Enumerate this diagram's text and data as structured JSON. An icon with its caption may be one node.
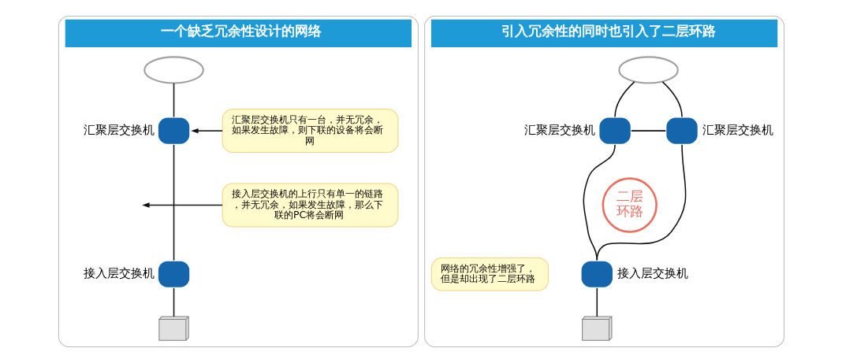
{
  "diagram": {
    "nodes": [
      {
        "text": [
          "一个缺乏冗余性设计的网络"
        ]
      },
      {
        "text": [],
        "shape": "cloud",
        "in": 0
      },
      {
        "text": [],
        "shape": "box",
        "beside": [
          "汇聚层交换机"
        ],
        "in": 0
      },
      {
        "text": [
          "汇聚层交换机只有一台，并无冗余，如果发生故障，则下联的设备将会断网"
        ],
        "in": 0
      },
      {
        "text": [],
        "shape": "box",
        "beside": [
          "接入层交换机"
        ],
        "in": 0
      },
      {
        "text": [
          "接入层交换机的上行只有单一的链路，并无冗余，如果发生故障，那么下联的PC将会断网"
        ],
        "in": 0
      },
      {
        "text": [],
        "shape": "computer",
        "in": 0
      },
      {
        "text": [
          "引入冗余性的同时也引入了二层环路"
        ]
      },
      {
        "text": [],
        "shape": "cloud",
        "in": 7
      },
      {
        "text": [],
        "shape": "box",
        "beside": [
          "汇聚层交换机"
        ],
        "in": 7
      },
      {
        "text": [],
        "shape": "box",
        "beside": [
          "汇聚层交换机"
        ],
        "in": 7
      },
      {
        "text": [
          "二层环路"
        ],
        "in": 7
      },
      {
        "text": [],
        "shape": "box",
        "beside": [
          "接入层交换机"
        ],
        "in": 7
      },
      {
        "text": [
          "网络的冗余性增强了，但是却出现了二层环路"
        ],
        "in": 7
      },
      {
        "text": [],
        "shape": "computer",
        "in": 7
      }
    ],
    "edges": [
      {
        "from": 1,
        "to": 2,
        "arrow": "none"
      },
      {
        "from": 2,
        "to": 4,
        "arrow": "none"
      },
      {
        "from": 4,
        "to": 6,
        "arrow": "none"
      },
      {
        "from": 3,
        "to": 2,
        "arrow": "to"
      },
      {
        "from": 5,
        "to": null,
        "arrow": "to"
      },
      {
        "from": 8,
        "to": 9,
        "arrow": "none"
      },
      {
        "from": 8,
        "to": 10,
        "arrow": "none"
      },
      {
        "from": 9,
        "to": 10,
        "arrow": "none"
      },
      {
        "from": 9,
        "to": 12,
        "arrow": "none"
      },
      {
        "from": 10,
        "to": 12,
        "arrow": "none"
      },
      {
        "from": 12,
        "to": 14,
        "arrow": "none"
      }
    ]
  }
}
